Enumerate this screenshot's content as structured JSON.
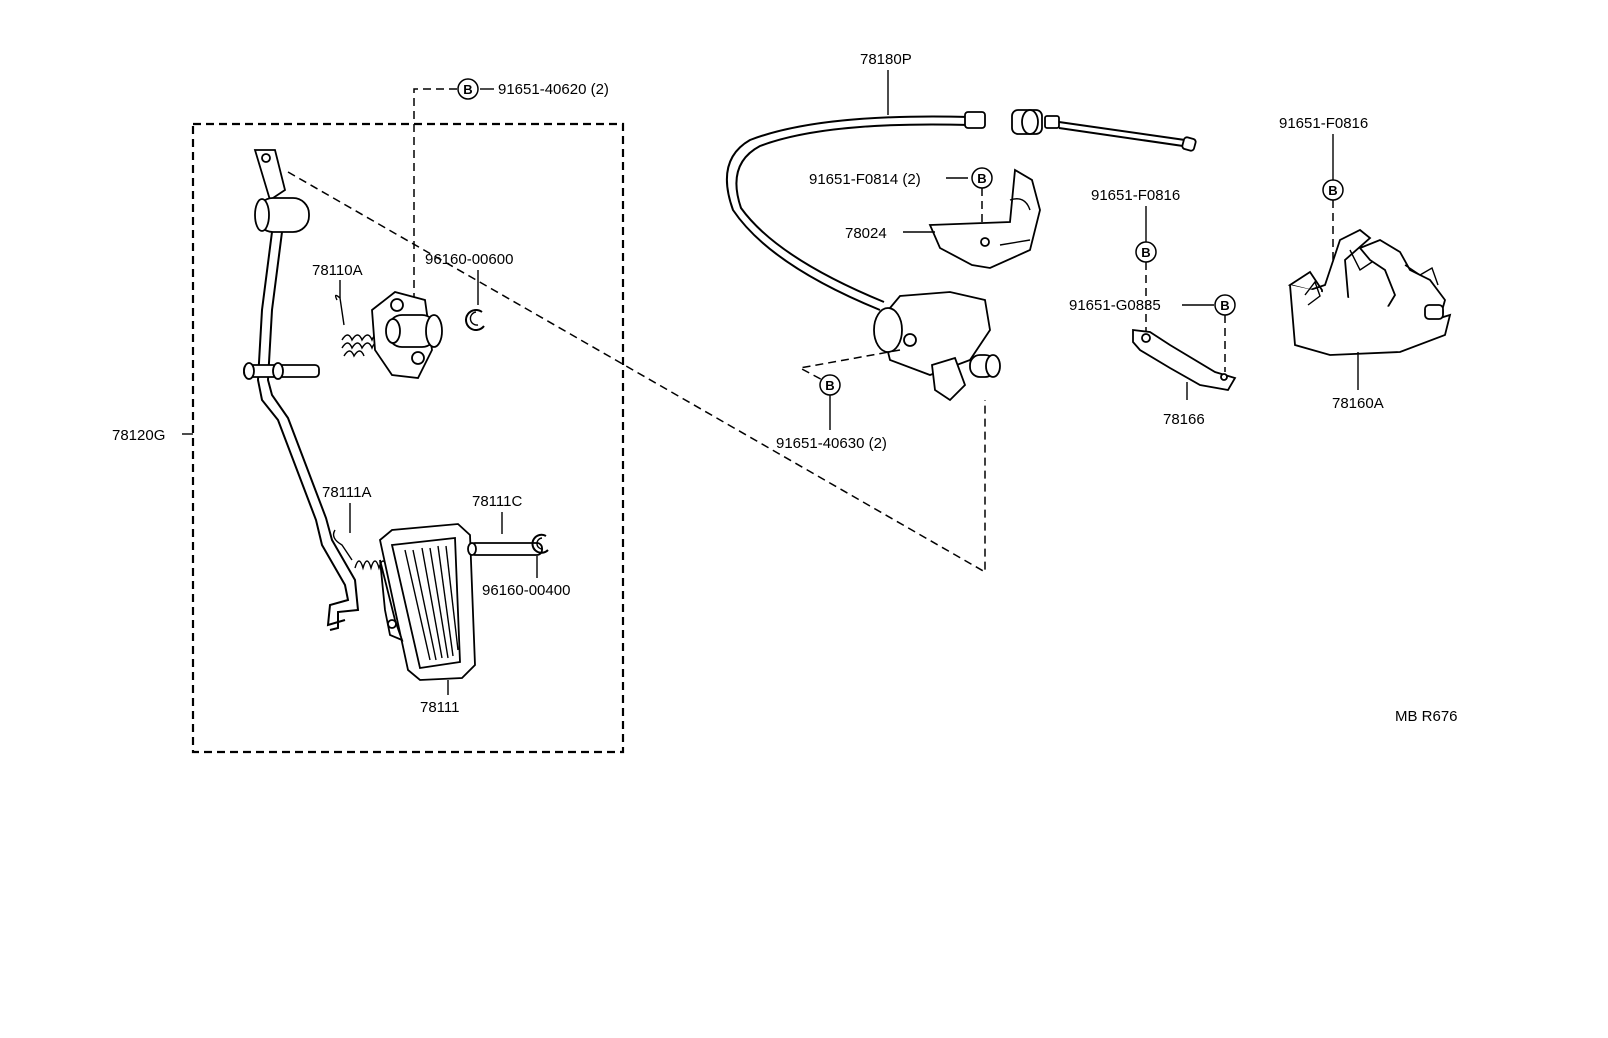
{
  "diagram": {
    "bolt_marker": "B",
    "drawing_code": "MB R676",
    "labels": {
      "bolt_pedal_bracket": "91651-40620 (2)",
      "pedal_assy": "78120G",
      "return_spring": "78110A",
      "clip_upper": "96160-00600",
      "pad_spring": "78111A",
      "pad_pin": "78111C",
      "clip_lower": "96160-00400",
      "pedal_pad": "78111",
      "cable": "78180P",
      "bolt_cable_bracket": "91651-F0814 (2)",
      "cable_bracket": "78024",
      "bolt_lever_bracket": "91651-40630 (2)",
      "bolt_bracket_a": "91651-F0816",
      "bolt_bracket_b": "91651-G0835",
      "stop_bracket": "78166",
      "bolt_link": "91651-F0816",
      "link_assy": "78160A"
    }
  }
}
